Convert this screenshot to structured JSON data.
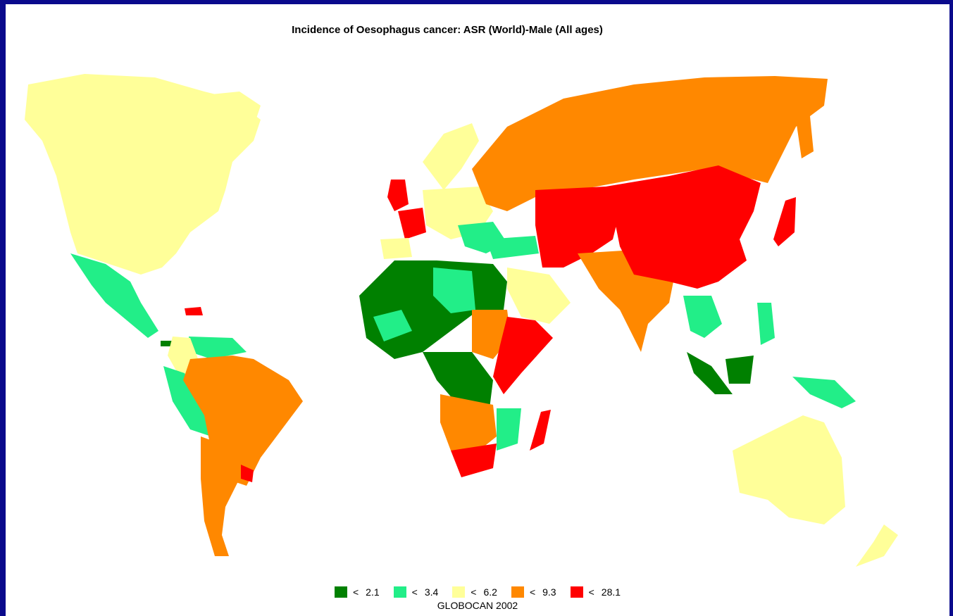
{
  "map": {
    "title": "Incidence of Oesophagus cancer: ASR (World)-Male (All ages)",
    "source": "GLOBOCAN 2002",
    "legend": [
      {
        "symbol": "<",
        "value": "2.1",
        "color": "#008000"
      },
      {
        "symbol": "<",
        "value": "3.4",
        "color": "#22ee88"
      },
      {
        "symbol": "<",
        "value": "6.2",
        "color": "#ffff99"
      },
      {
        "symbol": "<",
        "value": "9.3",
        "color": "#ff8800"
      },
      {
        "symbol": "<",
        "value": "28.1",
        "color": "#ff0000"
      }
    ],
    "colors": {
      "background": "#0a0a8c",
      "panel": "#ffffff",
      "c1": "#008000",
      "c2": "#22ee88",
      "c3": "#ffff99",
      "c4": "#ff8800",
      "c5": "#ff0000"
    }
  }
}
